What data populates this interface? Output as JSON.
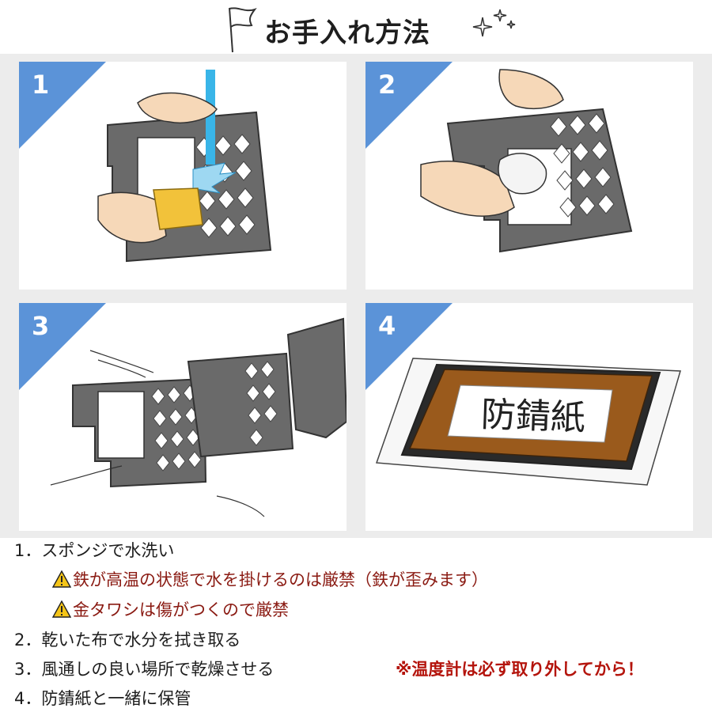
{
  "title": "お手入れ方法",
  "panels": [
    {
      "number": "1"
    },
    {
      "number": "2"
    },
    {
      "number": "3"
    },
    {
      "number": "4",
      "paper_label": "防錆紙"
    }
  ],
  "steps": {
    "step1": "1．スポンジで水洗い",
    "warn1": "鉄が高温の状態で水を掛けるのは厳禁（鉄が歪みます）",
    "warn2": "金タワシは傷がつくので厳禁",
    "step2": "2．乾いた布で水分を拭き取る",
    "step3": "3．風通しの良い場所で乾燥させる",
    "step4": "4．防錆紙と一緒に保管",
    "note": "※温度計は必ず取り外してから！"
  },
  "colors": {
    "accent_blue": "#5b93d8",
    "warning_red": "#8a1a12",
    "note_red": "#b4140c",
    "iron_gray": "#6a6a6a",
    "paper_brown": "#9a5a1c"
  },
  "icons": [
    "flag-icon",
    "sparkle-icon",
    "warning-icon"
  ]
}
